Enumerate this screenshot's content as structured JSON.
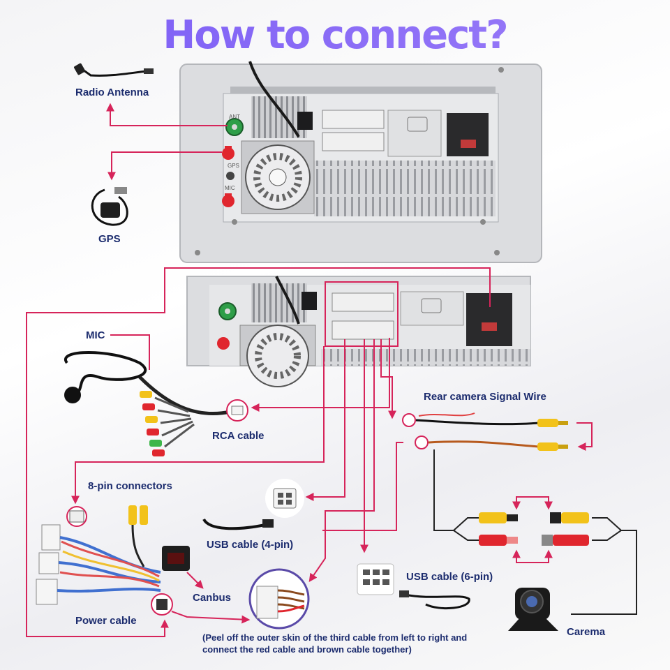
{
  "title": "How to connect?",
  "labels": {
    "radio_antenna": "Radio Antenna",
    "gps": "GPS",
    "mic": "MIC",
    "rca_cable": "RCA cable",
    "eight_pin": "8-pin connectors",
    "usb4": "USB cable (4-pin)",
    "usb6": "USB cable (6-pin)",
    "rear_camera": "Rear camera Signal Wire",
    "canbus": "Canbus",
    "power_cable": "Power cable",
    "camera": "Carema",
    "note": "(Peel off the outer skin of the third cable from left to right and connect the red cable and brown cable together)"
  },
  "unit_marks": {
    "ant": "ANT",
    "gps": "GPS",
    "mic": "MIC"
  },
  "colors": {
    "title": "#8a6cf0",
    "label": "#1c2c6e",
    "line": "#d6245a",
    "panel": "#d9dadd",
    "rca_yellow": "#f2c21a",
    "rca_red": "#e0262e",
    "antenna_green": "#2e9e48"
  }
}
